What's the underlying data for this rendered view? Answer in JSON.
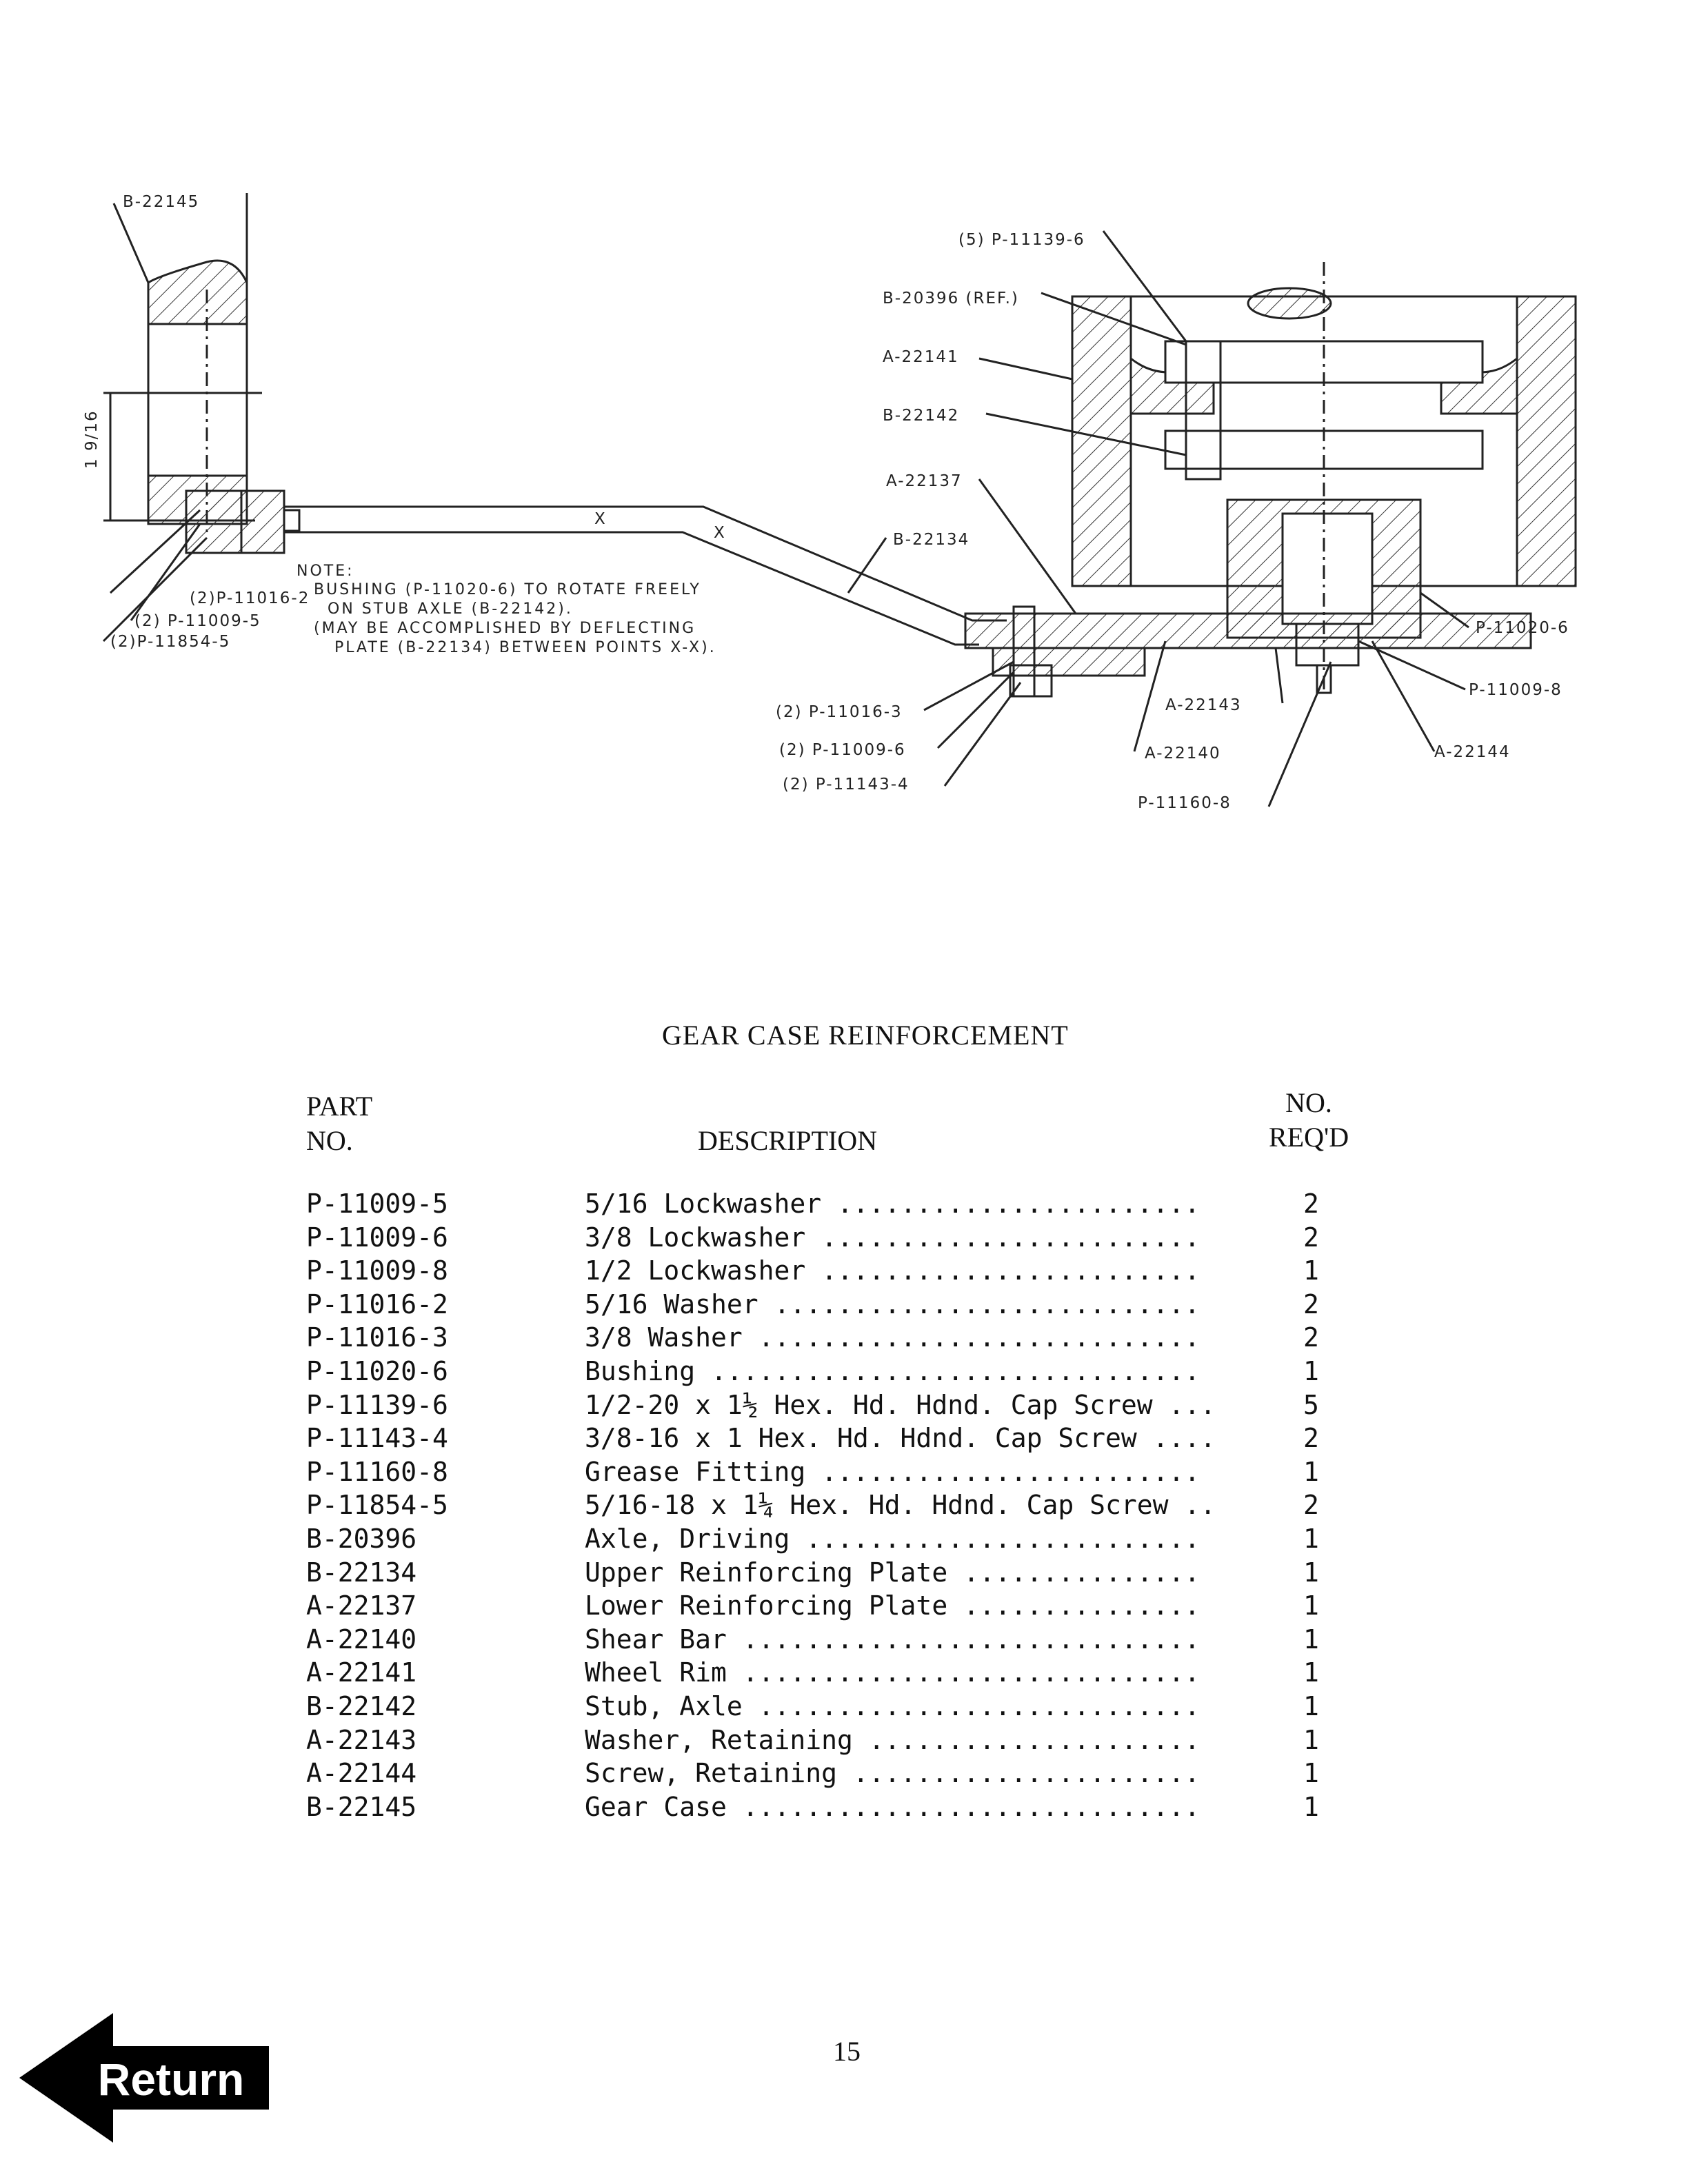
{
  "drawing": {
    "labels": {
      "b22145": "B-22145",
      "p11139_6": "(5) P-11139-6",
      "b20396": "B-20396 (REF.)",
      "a22141": "A-22141",
      "b22142": "B-22142",
      "a22137": "A-22137",
      "b22134": "B-22134",
      "p11020_6": "P-11020-6",
      "p11009_8": "P-11009-8",
      "a22144": "A-22144",
      "a22143": "A-22143",
      "a22140": "A-22140",
      "p11160_8": "P-11160-8",
      "p11016_3": "(2) P-11016-3",
      "p11009_6": "(2) P-11009-6",
      "p11143_4": "(2) P-11143-4",
      "p11016_2": "(2)P-11016-2",
      "p11009_5": "(2) P-11009-5",
      "p11854_5": "(2)P-11854-5",
      "dim": "1 9/16",
      "x1": "X",
      "x2": "X"
    },
    "note": [
      "NOTE:",
      "BUSHING (P-11020-6) TO ROTATE FREELY",
      "ON STUB AXLE (B-22142).",
      "(MAY BE ACCOMPLISHED BY DEFLECTING",
      "PLATE (B-22134) BETWEEN POINTS X-X)."
    ]
  },
  "table": {
    "title": "GEAR CASE REINFORCEMENT",
    "col_part_1": "PART",
    "col_part_2": "NO.",
    "col_desc": "DESCRIPTION",
    "col_qty_1": "NO.",
    "col_qty_2": "REQ'D",
    "rows": [
      {
        "part": "P-11009-5",
        "desc": "5/16 Lockwasher .......................",
        "qty": "2"
      },
      {
        "part": "P-11009-6",
        "desc": "3/8 Lockwasher ........................",
        "qty": "2"
      },
      {
        "part": "P-11009-8",
        "desc": "1/2 Lockwasher ........................",
        "qty": "1"
      },
      {
        "part": "P-11016-2",
        "desc": "5/16 Washer ...........................",
        "qty": "2"
      },
      {
        "part": "P-11016-3",
        "desc": "3/8 Washer ............................",
        "qty": "2"
      },
      {
        "part": "P-11020-6",
        "desc": "Bushing ...............................",
        "qty": "1"
      },
      {
        "part": "P-11139-6",
        "desc": "1/2-20 x 1½ Hex. Hd. Hdnd. Cap Screw ...",
        "qty": "5"
      },
      {
        "part": "P-11143-4",
        "desc": "3/8-16 x 1 Hex. Hd. Hdnd. Cap Screw ....",
        "qty": "2"
      },
      {
        "part": "P-11160-8",
        "desc": "Grease Fitting ........................",
        "qty": "1"
      },
      {
        "part": "P-11854-5",
        "desc": "5/16-18 x 1¼ Hex. Hd. Hdnd. Cap Screw ..",
        "qty": "2"
      },
      {
        "part": "B-20396",
        "desc": "Axle, Driving .........................",
        "qty": "1"
      },
      {
        "part": "B-22134",
        "desc": "Upper Reinforcing Plate ...............",
        "qty": "1"
      },
      {
        "part": "A-22137",
        "desc": "Lower Reinforcing Plate ...............",
        "qty": "1"
      },
      {
        "part": "A-22140",
        "desc": "Shear Bar .............................",
        "qty": "1"
      },
      {
        "part": "A-22141",
        "desc": "Wheel Rim .............................",
        "qty": "1"
      },
      {
        "part": "B-22142",
        "desc": "Stub, Axle ............................",
        "qty": "1"
      },
      {
        "part": "A-22143",
        "desc": "Washer, Retaining .....................",
        "qty": "1"
      },
      {
        "part": "A-22144",
        "desc": "Screw, Retaining ......................",
        "qty": "1"
      },
      {
        "part": "B-22145",
        "desc": "Gear Case .............................",
        "qty": "1"
      }
    ]
  },
  "page_number": "15",
  "return_button": {
    "label": "Return"
  }
}
